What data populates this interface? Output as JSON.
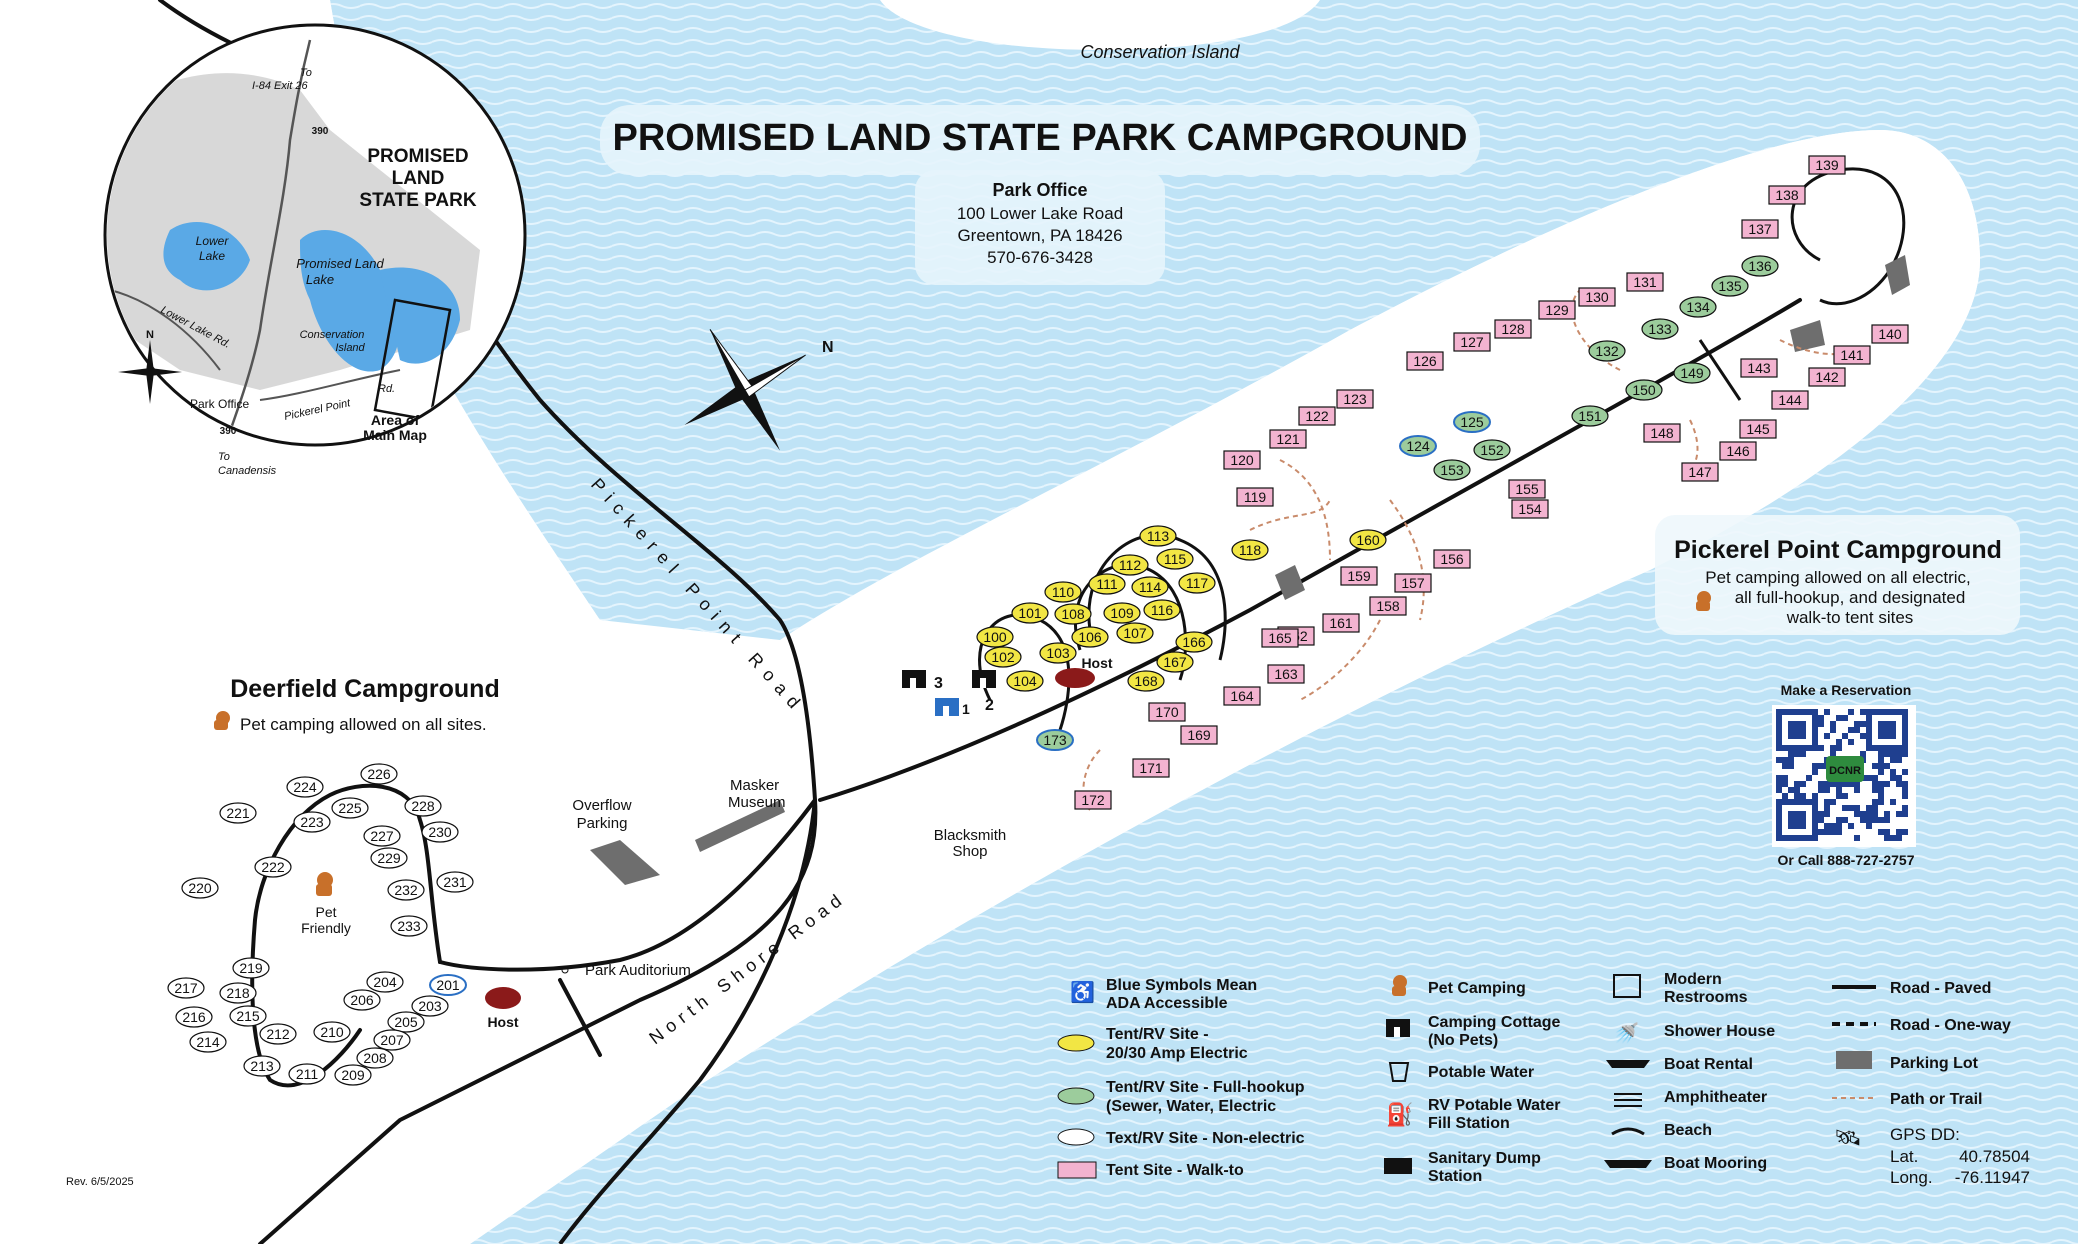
{
  "title": "PROMISED LAND STATE PARK CAMPGROUND",
  "office": {
    "heading": "Park Office",
    "address1": "100 Lower Lake Road",
    "address2": "Greentown, PA 18426",
    "phone": "570-676-3428"
  },
  "top_label": "Conservation Island",
  "inset": {
    "title1": "PROMISED",
    "title2": "LAND",
    "title3": "STATE PARK",
    "to_i84a": "To",
    "to_i84b": "I-84 Exit 26",
    "route_num": "390",
    "route_num2": "390",
    "lower_lake": "Lower",
    "lower_lake2": "Lake",
    "promised_lake": "Promised Land",
    "promised_lake2": "Lake",
    "conservation": "Conservation",
    "conservation2": "Island",
    "lower_lake_rd": "Lower Lake Rd.",
    "park_office": "Park Office",
    "pickerel_point": "Pickerel Point",
    "rd": "Rd.",
    "area1": "Area of",
    "area2": "Main Map",
    "to_canadensis1": "To",
    "to_canadensis2": "Canadensis",
    "compass_n": "N"
  },
  "compass_n": "N",
  "roads": {
    "pickerel_point_road": "Pickerel Point Road",
    "north_shore_road": "North Shore Road"
  },
  "places": {
    "overflow1": "Overflow",
    "overflow2": "Parking",
    "masker1": "Masker",
    "masker2": "Museum",
    "blacksmith1": "Blacksmith",
    "blacksmith2": "Shop",
    "auditorium": "Park Auditorium",
    "host": "Host",
    "host2": "Host",
    "cottage3": "3",
    "cottage2": "2",
    "cottage1": "1"
  },
  "deerfield": {
    "title": "Deerfield Campground",
    "note": "Pet camping allowed on all sites.",
    "pet1": "Pet",
    "pet2": "Friendly"
  },
  "pickerel": {
    "title": "Pickerel Point Campground",
    "note1": "Pet camping allowed on all electric,",
    "note2": "all full-hookup, and designated",
    "note3": "walk-to tent sites"
  },
  "reservation": {
    "heading": "Make a Reservation",
    "call": "Or Call 888-727-2757",
    "qr_badge": "DCNR"
  },
  "revision": "Rev. 6/5/2025",
  "legend": {
    "ada1": "Blue Symbols Mean",
    "ada2": "ADA Accessible",
    "electric1": "Tent/RV Site -",
    "electric2": "20/30 Amp Electric",
    "hookup1": "Tent/RV Site - Full-hookup",
    "hookup2": "(Sewer, Water, Electric",
    "nonelectric": "Text/RV Site - Non-electric",
    "walkto": "Tent Site - Walk-to",
    "pet": "Pet Camping",
    "cottage1": "Camping Cottage",
    "cottage2": "(No Pets)",
    "water": "Potable Water",
    "rvwater1": "RV Potable Water",
    "rvwater2": "Fill Station",
    "dump1": "Sanitary Dump",
    "dump2": "Station",
    "restroom1": "Modern",
    "restroom2": "Restrooms",
    "shower": "Shower House",
    "boat_rental": "Boat Rental",
    "amphitheater": "Amphitheater",
    "beach": "Beach",
    "boat_mooring": "Boat Mooring",
    "road_paved": "Road - Paved",
    "road_oneway": "Road - One-way",
    "parking": "Parking Lot",
    "trail": "Path or Trail",
    "gps": "GPS DD:",
    "lat_label": "Lat.",
    "lat": "40.78504",
    "long_label": "Long.",
    "long": "-76.11947"
  },
  "colors": {
    "water": "#bfe3f6",
    "water_lines": "#e7f5fd",
    "electric": "#f2e644",
    "hookup": "#9ccc9c",
    "walkto": "#f3b3d0",
    "host": "#8b1a1a",
    "ada_blue": "#2a6fc4",
    "pet": "#c8702a",
    "parking": "#6e6e6e"
  },
  "sites_electric": [
    "100",
    "101",
    "102",
    "103",
    "104",
    "106",
    "107",
    "108",
    "109",
    "110",
    "111",
    "112",
    "113",
    "114",
    "115",
    "116",
    "117",
    "118",
    "160",
    "166",
    "167",
    "168"
  ],
  "sites_hookup": [
    "133",
    "134",
    "135",
    "136",
    "149",
    "150",
    "151",
    "152",
    "153",
    "124",
    "125",
    "132",
    "173"
  ],
  "sites_walkto": [
    "119",
    "120",
    "121",
    "122",
    "123",
    "126",
    "127",
    "128",
    "129",
    "130",
    "131",
    "137",
    "138",
    "139",
    "140",
    "141",
    "142",
    "143",
    "144",
    "145",
    "146",
    "147",
    "148",
    "154",
    "155",
    "156",
    "157",
    "158",
    "159",
    "161",
    "162",
    "163",
    "164",
    "165",
    "169",
    "170",
    "171",
    "172"
  ],
  "sites_deerfield": [
    "201",
    "203",
    "204",
    "205",
    "206",
    "207",
    "208",
    "209",
    "210",
    "211",
    "212",
    "213",
    "214",
    "215",
    "216",
    "217",
    "218",
    "219",
    "220",
    "221",
    "222",
    "223",
    "224",
    "225",
    "226",
    "227",
    "228",
    "229",
    "230",
    "231",
    "232",
    "233"
  ]
}
